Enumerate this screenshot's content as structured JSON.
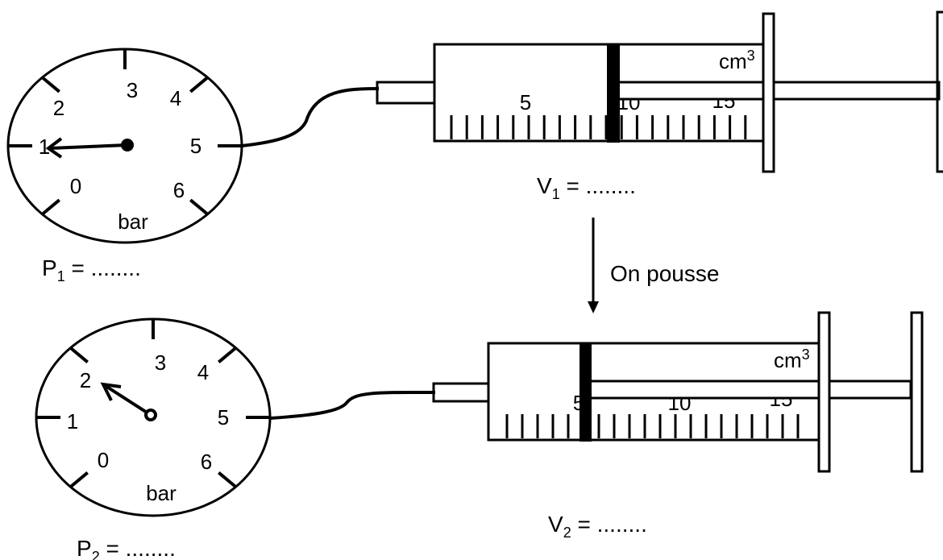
{
  "gauges": [
    {
      "id": "gauge-1",
      "unit": "bar",
      "scale": [
        "0",
        "1",
        "2",
        "3",
        "4",
        "5",
        "6"
      ],
      "reading_bar": 1,
      "label": {
        "symbol": "P",
        "subscript": "1",
        "suffix": " = ........"
      }
    },
    {
      "id": "gauge-2",
      "unit": "bar",
      "scale": [
        "0",
        "1",
        "2",
        "3",
        "4",
        "5",
        "6"
      ],
      "reading_bar": 2,
      "label": {
        "symbol": "P",
        "subscript": "2",
        "suffix": " = ........"
      }
    }
  ],
  "syringes": [
    {
      "id": "syringe-1",
      "unit": "cm",
      "unit_exponent": "3",
      "scale_labels": [
        "5",
        "10",
        "15"
      ],
      "plunger_volume_cm3": 10,
      "label": {
        "symbol": "V",
        "subscript": "1",
        "suffix": " = ........"
      }
    },
    {
      "id": "syringe-2",
      "unit": "cm",
      "unit_exponent": "3",
      "scale_labels": [
        "5",
        "10",
        "15"
      ],
      "plunger_volume_cm3": 5,
      "label": {
        "symbol": "V",
        "subscript": "2",
        "suffix": " = ........"
      }
    }
  ],
  "action": {
    "label": "On pousse"
  }
}
